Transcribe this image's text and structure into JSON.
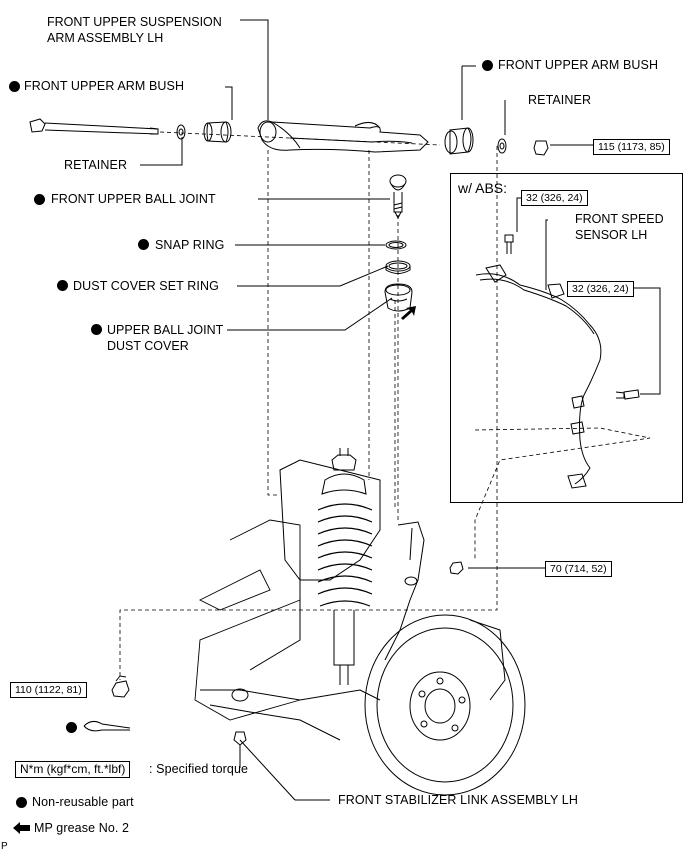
{
  "labels": {
    "front_upper_susp_arm": "FRONT UPPER SUSPENSION\nARM ASSEMBLY LH",
    "front_upper_arm_bush_left": "FRONT UPPER ARM BUSH",
    "front_upper_arm_bush_right": "FRONT UPPER ARM BUSH",
    "retainer_right": "RETAINER",
    "retainer_left": "RETAINER",
    "front_upper_ball_joint": "FRONT UPPER BALL JOINT",
    "snap_ring": "SNAP RING",
    "dust_cover_set_ring": "DUST COVER SET RING",
    "upper_ball_joint_dust_cover": "UPPER BALL JOINT\nDUST COVER",
    "front_speed_sensor": "FRONT SPEED\nSENSOR LH",
    "front_stabilizer_link": "FRONT STABILIZER LINK ASSEMBLY LH",
    "w_abs": "w/ ABS:",
    "corner_mark": "P"
  },
  "torques": {
    "t115": "115 (1173, 85)",
    "t32a": "32 (326, 24)",
    "t32b": "32 (326, 24)",
    "t70": "70 (714, 52)",
    "t110": "110 (1122, 81)"
  },
  "legend": {
    "torque_box": "N*m (kgf*cm, ft.*lbf)",
    "torque_text": ": Specified torque",
    "non_reusable": "Non-reusable part",
    "grease": "MP grease No. 2"
  },
  "icons": [
    "non-reusable-dot-icon",
    "grease-arrow-icon"
  ],
  "colors": {
    "ink": "#000000",
    "background": "#ffffff"
  }
}
